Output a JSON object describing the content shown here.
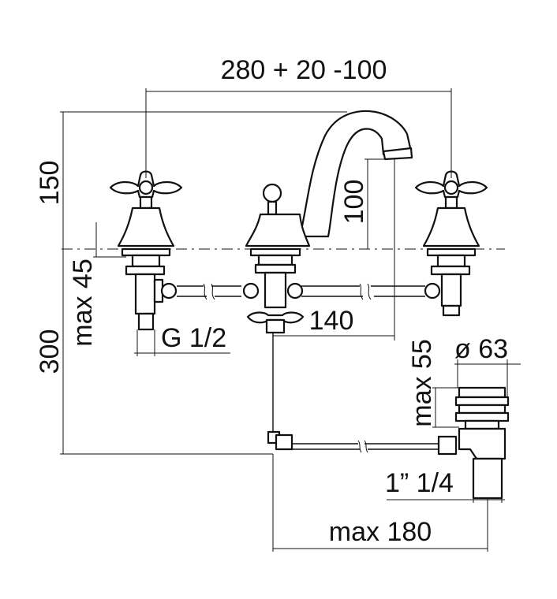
{
  "dimensions": {
    "overall_width": "280 + 20 -100",
    "height_top": "150",
    "spout_height": "100",
    "max_45": "max 45",
    "height_bottom": "300",
    "thread": "G 1/2",
    "spout_reach": "140",
    "max_55": "max 55",
    "diameter": "ø 63",
    "waste_thread": "1” 1/4",
    "max_180": "max 180"
  },
  "colors": {
    "line": "#111111",
    "background": "#ffffff"
  }
}
